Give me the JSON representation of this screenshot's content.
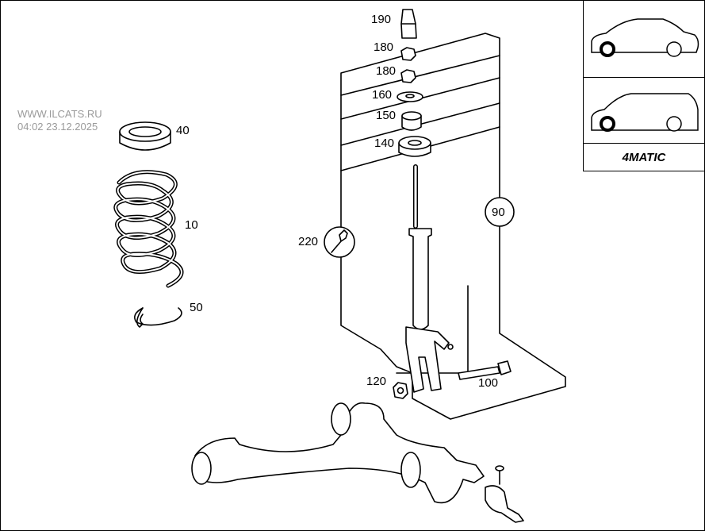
{
  "watermark": {
    "site": "WWW.ILCATS.RU",
    "timestamp": "04:02 23.12.2025"
  },
  "parts": [
    {
      "id": "p190",
      "number": "190"
    },
    {
      "id": "p180a",
      "number": "180"
    },
    {
      "id": "p180b",
      "number": "180"
    },
    {
      "id": "p160",
      "number": "160"
    },
    {
      "id": "p150",
      "number": "150"
    },
    {
      "id": "p140",
      "number": "140"
    },
    {
      "id": "p90",
      "number": "90"
    },
    {
      "id": "p220",
      "number": "220"
    },
    {
      "id": "p120",
      "number": "120"
    },
    {
      "id": "p100",
      "number": "100"
    },
    {
      "id": "p40",
      "number": "40"
    },
    {
      "id": "p10",
      "number": "10"
    },
    {
      "id": "p50",
      "number": "50"
    }
  ],
  "variant_panel": {
    "items": [
      "sedan-icon",
      "estate-icon"
    ],
    "brand": "4MATIC"
  }
}
